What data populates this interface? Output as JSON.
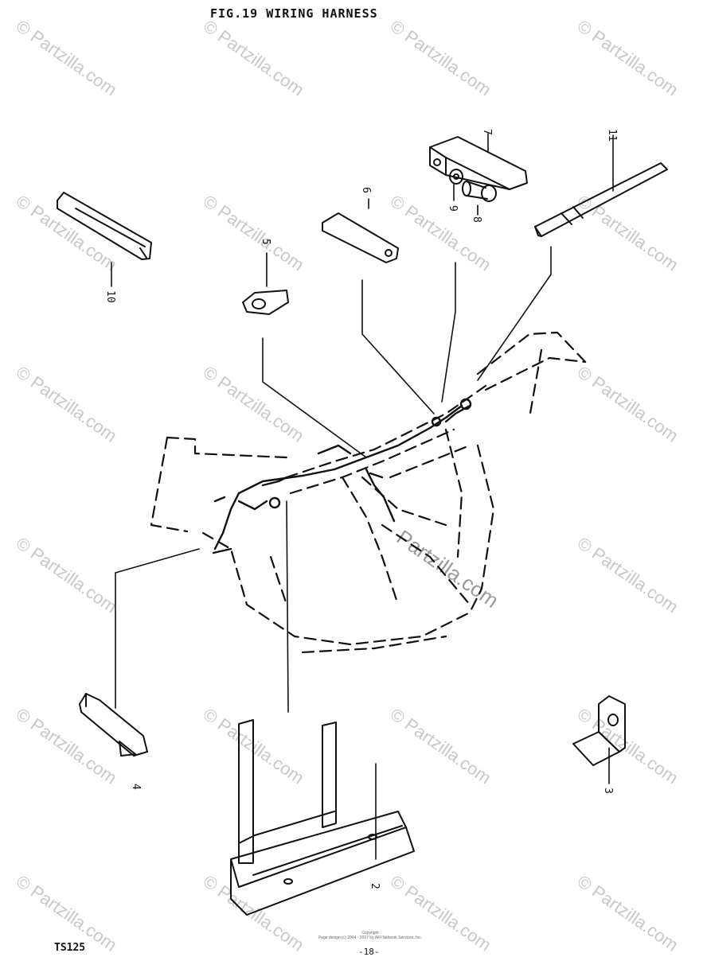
{
  "title": "FIG.19  WIRING HARNESS",
  "model": "TS125",
  "page_number": "-18-",
  "copyright_lines": [
    "Copyright",
    "Page design (c) 2004 - 2017 by ARI Network Services, Inc."
  ],
  "watermark": "© Partzilla.com",
  "frame_watermark": "Partzilla.com",
  "part_numbers": {
    "p2": "2",
    "p3": "3",
    "p4": "4",
    "p5": "5",
    "p6": "6",
    "p7": "7",
    "p8": "8",
    "p9": "9",
    "p10": "10",
    "p11": "11"
  }
}
